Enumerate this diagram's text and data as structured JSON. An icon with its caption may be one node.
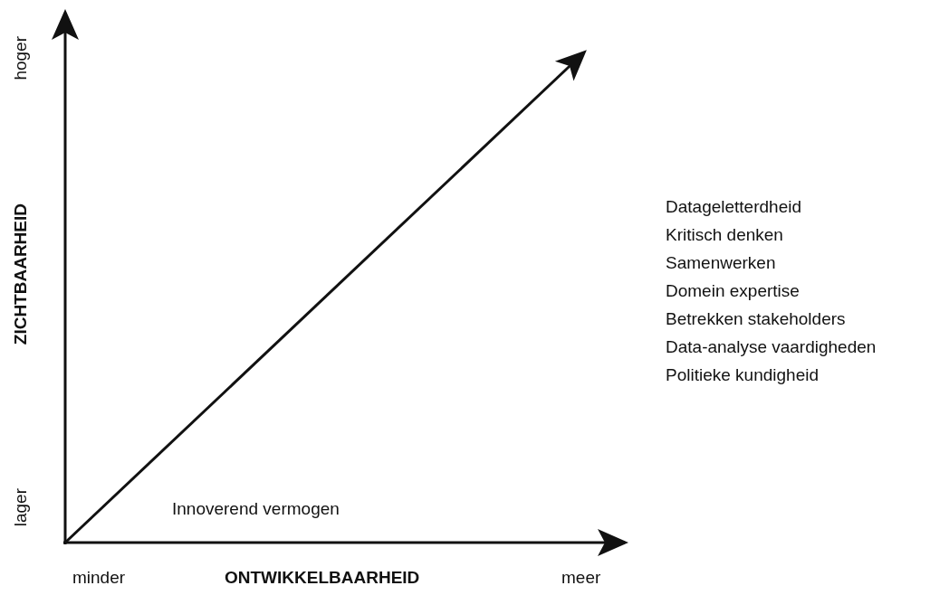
{
  "diagram": {
    "labels": [
      "hoger",
      "ZICHTBAARHEID",
      "Datageletterdheid",
      "Kritisch denken",
      "Samenwerken",
      "Domein expertise",
      "Betrekken stakeholders",
      "Data-analyse vaardigheden",
      "Politieke kundigheid",
      "lager",
      "Innoverend vermogen",
      "minder",
      "ONTWIKKELBAARHEID",
      "meer"
    ]
  }
}
